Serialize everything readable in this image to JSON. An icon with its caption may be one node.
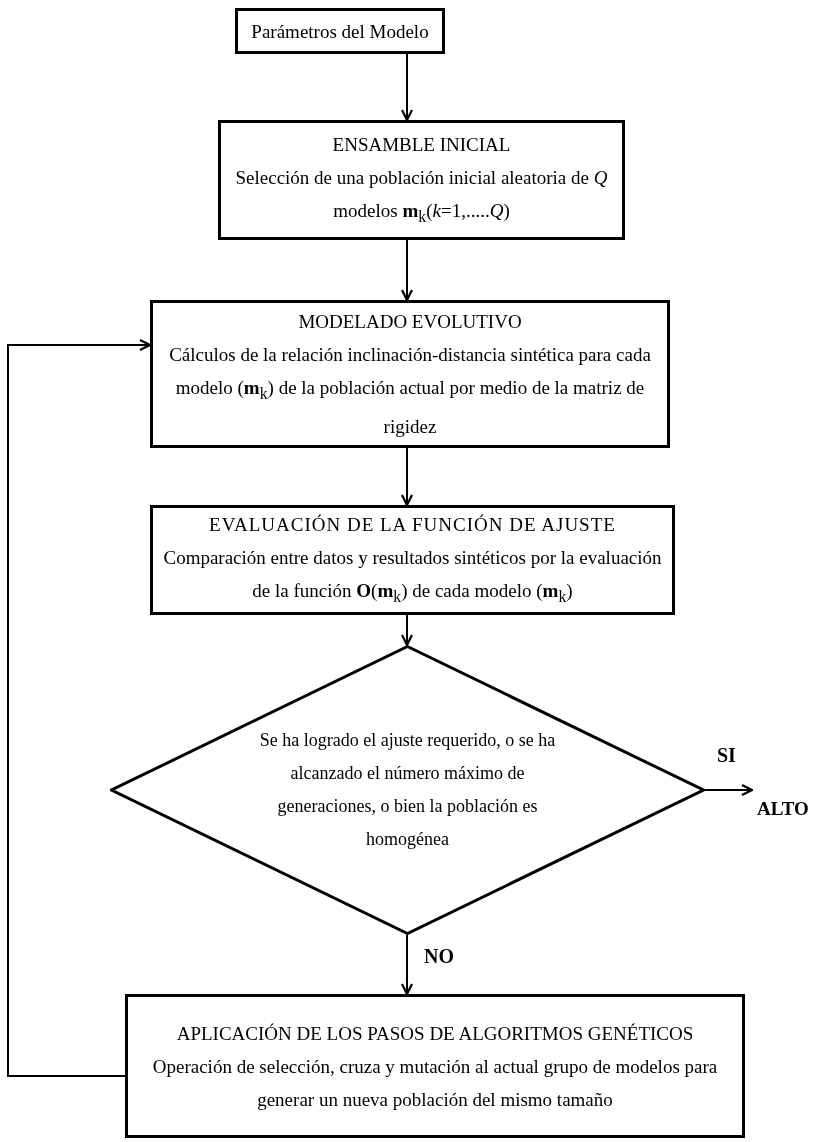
{
  "diagram": {
    "nodes": [
      {
        "text": [
          "Parámetros del Modelo"
        ]
      },
      {
        "text": [
          "ENSAMBLE INICIAL",
          "Selección de una población inicial aleatoria de *Q* modelos **m**$_{k}$(*k*=1,.....*Q*)"
        ]
      },
      {
        "text": [
          "MODELADO EVOLUTIVO",
          "Cálculos de la relación inclinación-distancia sintética para cada modelo (**m**$_{k}$) de la población actual por medio de la matriz de rigidez"
        ]
      },
      {
        "text": [
          "EVALUACIÓN DE LA FUNCIÓN DE AJUSTE",
          "Comparación entre datos y resultados sintéticos por la evaluación de la función **O**(**m**$_{k}$) de cada modelo (**m**$_{k}$)"
        ]
      },
      {
        "text": [
          "Se ha logrado el ajuste requerido, o se ha alcanzado el número máximo de generaciones, o bien la población es homogénea"
        ]
      },
      {
        "text": [
          "APLICACIÓN DE LOS PASOS DE ALGORITMOS GENÉTICOS",
          "Operación de selección, cruza y mutación al actual grupo de modelos para generar un nueva población del mismo tamaño"
        ]
      },
      {
        "text": [
          "ALTO"
        ]
      }
    ],
    "edges": [
      {
        "from": 0,
        "to": 1,
        "arrow": "to"
      },
      {
        "from": 1,
        "to": 2,
        "arrow": "to"
      },
      {
        "from": 2,
        "to": 3,
        "arrow": "to"
      },
      {
        "from": 3,
        "to": 4,
        "arrow": "to"
      },
      {
        "from": 4,
        "to": 6,
        "arrow": "to",
        "label": "SI"
      },
      {
        "from": 4,
        "to": 5,
        "arrow": "to",
        "label": "NO"
      },
      {
        "from": 5,
        "to": 2,
        "arrow": "to"
      }
    ]
  }
}
